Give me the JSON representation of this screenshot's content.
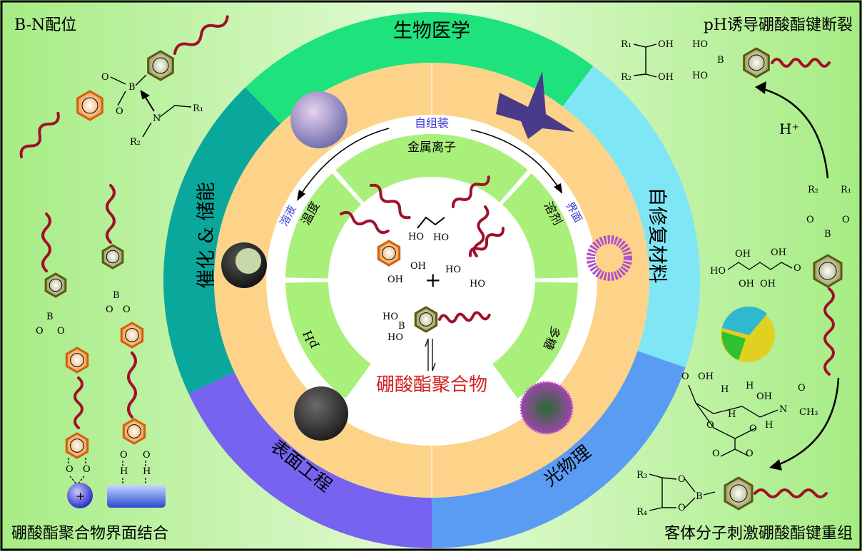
{
  "corners": {
    "top_left": "B-N配位",
    "top_right": "pH诱导硼酸酯键断裂",
    "bottom_left": "硼酸酯聚合物界面结合",
    "bottom_right": "客体分子刺激硼酸酯键重组"
  },
  "outer_ring": [
    {
      "label": "生物医学",
      "color": "#1ee27c"
    },
    {
      "label": "自修复材料",
      "color": "#7fe6f6"
    },
    {
      "label": "光物理",
      "color": "#5b9cf3"
    },
    {
      "label": "表面工程",
      "color": "#7663ef"
    },
    {
      "label": "催化 & 储能",
      "color": "#0aa89c"
    }
  ],
  "stimuli_ring": [
    {
      "label": "金属离子"
    },
    {
      "label": "溶剂"
    },
    {
      "label": "多糖"
    },
    {
      "label": "pH"
    },
    {
      "label": "温度"
    }
  ],
  "assembly": {
    "center": "自组装",
    "left": "溶液",
    "right": "界面"
  },
  "center_title": "硼酸酯聚合物",
  "chem": {
    "ho": "HO",
    "oh": "OH",
    "b": "B",
    "n": "N",
    "o": "O",
    "h": "H",
    "r1": "R₁",
    "r2": "R₂",
    "r3": "R₃",
    "r4": "R₄",
    "h_plus": "H⁺",
    "plus": "+",
    "ch3": "CH₃"
  },
  "colors": {
    "orange_disk": "#fdd38a",
    "stimuli_green": "#a9f07a",
    "polymer_red": "#a0102a",
    "title_red": "#d42020",
    "accent_blue": "#3a3ad8",
    "background": "#b9f09a"
  }
}
